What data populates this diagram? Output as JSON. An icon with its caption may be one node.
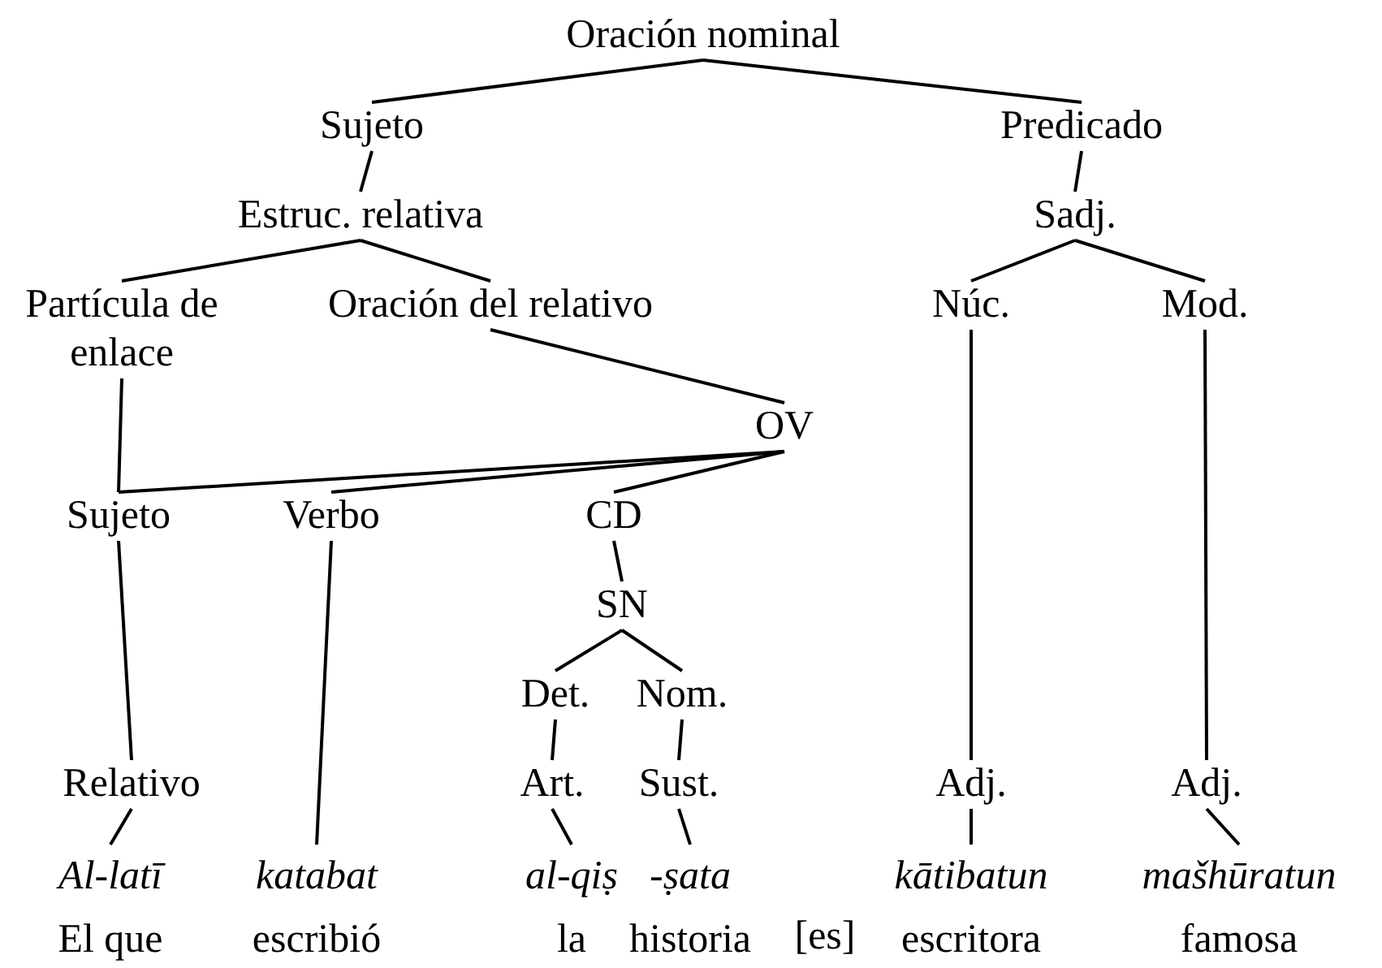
{
  "diagram": {
    "nodes": [
      {
        "text": [
          "Oración nominal"
        ]
      },
      {
        "text": [
          "Sujeto"
        ]
      },
      {
        "text": [
          "Predicado"
        ]
      },
      {
        "text": [
          "Estruc. relativa"
        ]
      },
      {
        "text": [
          "Sadj."
        ]
      },
      {
        "text": [
          "Partícula de enlace"
        ]
      },
      {
        "text": [
          "Oración del relativo"
        ]
      },
      {
        "text": [
          "Núc."
        ]
      },
      {
        "text": [
          "Mod."
        ]
      },
      {
        "text": [
          "OV"
        ]
      },
      {
        "text": [
          "Sujeto"
        ]
      },
      {
        "text": [
          "Verbo"
        ]
      },
      {
        "text": [
          "CD"
        ]
      },
      {
        "text": [
          "SN"
        ]
      },
      {
        "text": [
          "Det."
        ]
      },
      {
        "text": [
          "Nom."
        ]
      },
      {
        "text": [
          "Relativo"
        ]
      },
      {
        "text": [
          "Art."
        ]
      },
      {
        "text": [
          "Sust."
        ]
      },
      {
        "text": [
          "Adj."
        ]
      },
      {
        "text": [
          "Adj."
        ]
      },
      {
        "text": [
          "Al-latī",
          "El que"
        ]
      },
      {
        "text": [
          "katabat",
          "escribió"
        ]
      },
      {
        "text": [
          "al-qiṣ",
          "la"
        ]
      },
      {
        "text": [
          "-ṣata",
          "historia"
        ]
      },
      {
        "text": [
          "kātibatun",
          "escritora"
        ]
      },
      {
        "text": [
          "mašhūratun",
          "famosa"
        ]
      }
    ],
    "edges": [
      {
        "from": 0,
        "to": 1,
        "arrow": "none"
      },
      {
        "from": 0,
        "to": 2,
        "arrow": "none"
      },
      {
        "from": 1,
        "to": 3,
        "arrow": "none"
      },
      {
        "from": 2,
        "to": 4,
        "arrow": "none"
      },
      {
        "from": 3,
        "to": 5,
        "arrow": "none"
      },
      {
        "from": 3,
        "to": 6,
        "arrow": "none"
      },
      {
        "from": 4,
        "to": 7,
        "arrow": "none"
      },
      {
        "from": 4,
        "to": 8,
        "arrow": "none"
      },
      {
        "from": 6,
        "to": 9,
        "arrow": "none"
      },
      {
        "from": 5,
        "to": 10,
        "arrow": "none"
      },
      {
        "from": 9,
        "to": 10,
        "arrow": "none"
      },
      {
        "from": 9,
        "to": 11,
        "arrow": "none"
      },
      {
        "from": 9,
        "to": 12,
        "arrow": "none"
      },
      {
        "from": 12,
        "to": 13,
        "arrow": "none"
      },
      {
        "from": 13,
        "to": 14,
        "arrow": "none"
      },
      {
        "from": 13,
        "to": 15,
        "arrow": "none"
      },
      {
        "from": 14,
        "to": 17,
        "arrow": "none"
      },
      {
        "from": 15,
        "to": 18,
        "arrow": "none"
      },
      {
        "from": 10,
        "to": 16,
        "arrow": "none"
      },
      {
        "from": 11,
        "to": 22,
        "arrow": "none"
      },
      {
        "from": 16,
        "to": 21,
        "arrow": "none"
      },
      {
        "from": 17,
        "to": 23,
        "arrow": "none"
      },
      {
        "from": 18,
        "to": 24,
        "arrow": "none"
      },
      {
        "from": 7,
        "to": 19,
        "arrow": "none"
      },
      {
        "from": 8,
        "to": 20,
        "arrow": "none"
      },
      {
        "from": 19,
        "to": 25,
        "arrow": "none"
      },
      {
        "from": 20,
        "to": 26,
        "arrow": "none"
      }
    ],
    "labels": [
      "[es]"
    ]
  }
}
